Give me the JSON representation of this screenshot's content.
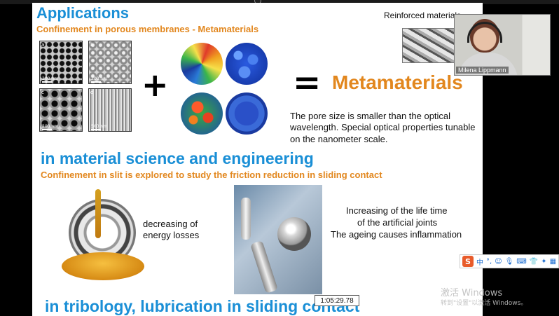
{
  "slide": {
    "title": "Applications",
    "subtitle_1": "Confinement in porous membranes - Metamaterials",
    "reinforced_label": "Reinforced materials",
    "plus_sign": "+",
    "equals_sign": "=",
    "metamaterials_heading": "Metamaterials",
    "pore_text": "The pore size is smaller than the optical wavelength. Special  optical properties tunable on the nanometer scale.",
    "section_2_heading": "in material science and engineering",
    "subtitle_2": "Confinement  in slit  is explored to study the friction reduction in sliding contact",
    "energy_text": "decreasing of energy losses",
    "joint_line_1": "Increasing of the life time",
    "joint_line_2": "of the artificial joints",
    "joint_line_3": "The ageing causes inflammation",
    "section_3_heading": "in tribology, lubrication in sliding contact",
    "sem_images": [
      {
        "panel": "a",
        "scale": "200 nm"
      },
      {
        "panel": "b",
        "scale": "200 nm"
      },
      {
        "panel": "c",
        "scale": "200 nm"
      },
      {
        "panel": "d",
        "scale": "500 nm"
      }
    ]
  },
  "webcam": {
    "participant_name": "Milena Lippmann"
  },
  "timecode": "1:05:29.78",
  "ime_toolbar": {
    "logo": "S",
    "mode": "中",
    "icons": [
      "punctuation-icon",
      "emoji-icon",
      "microphone-icon",
      "keyboard-icon",
      "skin-icon",
      "tools-icon",
      "grid-icon"
    ]
  },
  "watermark": {
    "line1": "激活 Windows",
    "line2": "转到\"设置\"以激活 Windows。"
  },
  "colors": {
    "heading_blue": "#1a8fd6",
    "accent_orange": "#e2871e",
    "ime_orange": "#e85b2a"
  }
}
